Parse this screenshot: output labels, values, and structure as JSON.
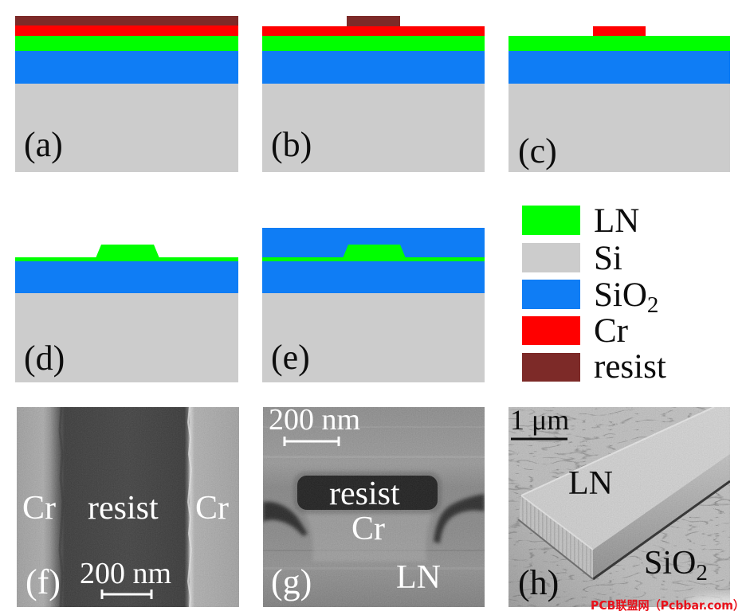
{
  "colors": {
    "resist": "#7d2a28",
    "Cr": "#ff0000",
    "LN": "#00ff00",
    "SiO2": "#0f7df5",
    "Si": "#cccccc"
  },
  "panels": {
    "a": "(a)",
    "b": "(b)",
    "c": "(c)",
    "d": "(d)",
    "e": "(e)"
  },
  "legend": [
    {
      "text": "LN"
    },
    {
      "text": "Si"
    },
    {
      "text": "SiO",
      "sub": "2"
    },
    {
      "text": "Cr"
    },
    {
      "text": "resist"
    }
  ],
  "sem": {
    "f": {
      "label": "(f)",
      "cr_left": "Cr",
      "resist": "resist",
      "cr_right": "Cr",
      "scale_bar": "200 nm"
    },
    "g": {
      "label": "(g)",
      "scale_bar": "200 nm",
      "resist": "resist",
      "cr": "Cr",
      "ln": "LN"
    },
    "h": {
      "label": "(h)",
      "scale_bar": "1 μm",
      "ln": "LN",
      "sio2": "SiO",
      "sio2_sub": "2"
    }
  },
  "watermark": "PCB联盟网（Pcbbar.com）"
}
